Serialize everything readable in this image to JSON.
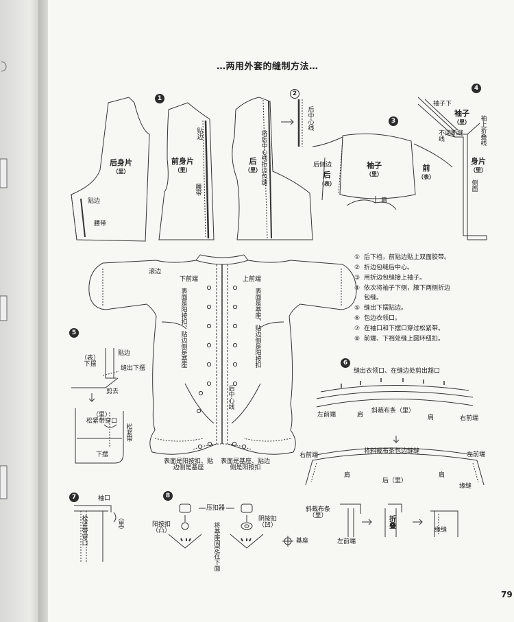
{
  "title": "…两用外套的缝制方法…",
  "page_number": "79",
  "step_markers": [
    "1",
    "2",
    "3",
    "4",
    "5",
    "6",
    "7",
    "8"
  ],
  "step1": {
    "back_piece": {
      "name": "后身片",
      "sub": "（里）"
    },
    "front_piece": {
      "name": "前身片",
      "sub": "（里）"
    },
    "back_piece_right": {
      "name": "后",
      "sub": "（里）"
    },
    "label_facing": "贴边",
    "label_facing_front": "贴边",
    "label_waistband": "腰带",
    "label_waistband_front": "腰带",
    "label_fold_seam": "将后中心线折边包缝"
  },
  "step2": {
    "label_center_back": "后中心线"
  },
  "step3": {
    "sleeve": {
      "name": "袖子",
      "sub": "（里）"
    },
    "front": {
      "name": "前",
      "sub": "（表）"
    },
    "back_side": "后侧边",
    "back": {
      "name": "后",
      "sub": "（表）"
    },
    "shoulder": "肩"
  },
  "step4": {
    "under_sleeve": "袖子下",
    "sleeve": {
      "name": "袖子",
      "sub": "（里）"
    },
    "sleeve_fold_up": "袖上折叠线",
    "no_break_seam": "不间断缝线",
    "body_piece": {
      "name": "身片",
      "sub": "（里）"
    },
    "side": "侧面"
  },
  "garment": {
    "piping": "滚边",
    "lower_front_left": "下前端",
    "upper_front": "上前端",
    "surface_male": "表面是阳按扣、贴边侧是基座",
    "surface_base": "表面是基座、贴边侧是阳按扣",
    "center_back": "后中心线",
    "bottom_left": "表面是阳按扣、贴边侧是基座",
    "bottom_right": "表面是基座、贴边侧是阳按扣"
  },
  "instructions": [
    {
      "num": "①",
      "text": "后下裆，前贴边贴上双面胶带。"
    },
    {
      "num": "②",
      "text": "折边包缝后中心。"
    },
    {
      "num": "③",
      "text": "用折边包缝接上袖子。"
    },
    {
      "num": "④",
      "text": "依次将袖子下侧，腋下两侧折边"
    },
    {
      "num": "",
      "text": "包缝。"
    },
    {
      "num": "⑤",
      "text": "缝出下摆贴边。"
    },
    {
      "num": "⑥",
      "text": "包边衣领口。"
    },
    {
      "num": "⑦",
      "text": "在袖口和下摆口穿过松紧带。"
    },
    {
      "num": "⑧",
      "text": "前端、下裆处缝上圆环纽扣。"
    }
  ],
  "step5": {
    "surface": "（表）",
    "hem": "下摆",
    "facing": "贴边",
    "sew_out": "缝出下摆",
    "cut": "剪去",
    "inner": "（里）",
    "elastic_opening": "松紧带穿口",
    "elastic": "松紧带",
    "hem2": "下摆"
  },
  "step6": {
    "top_note": "缝出衣领口、在缝边处剪出豁口",
    "left_front": "左前端",
    "shoulder_l": "肩",
    "bias_tape": "斜裁布条（里）",
    "shoulder_r": "肩",
    "right_front": "右前端",
    "right_front2": "右前端",
    "bias_wrap": "将斜裁布条包边缝缝",
    "left_front2": "左前端",
    "shoulder_2l": "肩",
    "shoulder_2r": "肩",
    "back": "后（里）",
    "edge_seam": "缘缝"
  },
  "step6b": {
    "bias_tape": "斜裁布条",
    "bias_sub": "（里）",
    "left_front": "左前端",
    "fold": "折叠",
    "edge_seam": "缘缝"
  },
  "step7": {
    "cuff": "袖口",
    "elastic_opening": "松紧带穿口",
    "inner": "（里）"
  },
  "step8": {
    "press": "压扣器",
    "male": "阳按扣",
    "male_sub": "（凸）",
    "female": "阴按扣",
    "female_sub": "（凹）",
    "fix_note": "将基座固定在下面",
    "base": "基座"
  }
}
